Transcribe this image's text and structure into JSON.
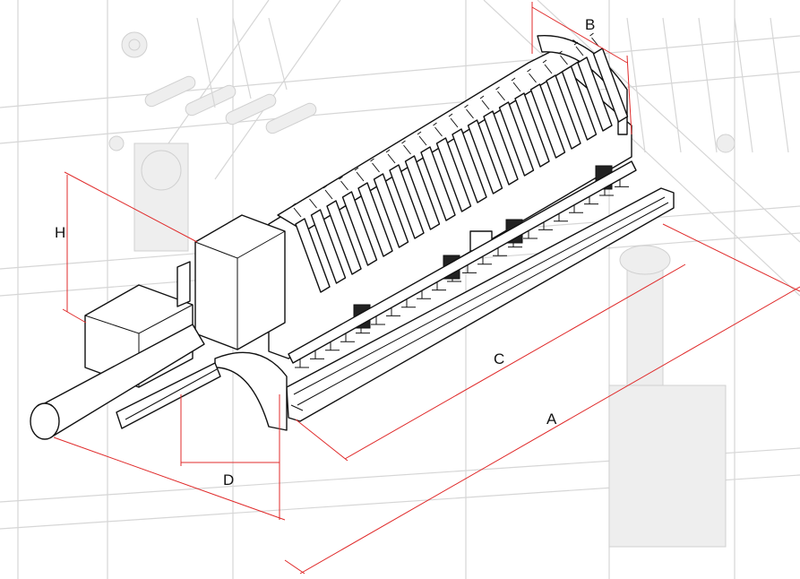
{
  "dimensions": {
    "A": "A",
    "B": "B",
    "C": "C",
    "D": "D",
    "H": "H"
  },
  "colors": {
    "dimension_line": "#e02b2b",
    "ink": "#111111",
    "background_sketch": "#d6d6d6"
  }
}
